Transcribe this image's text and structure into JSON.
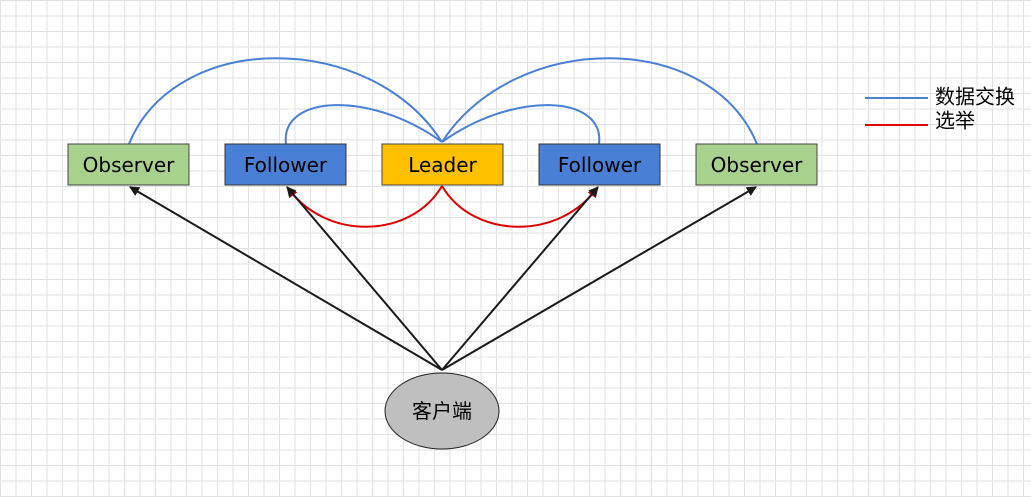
{
  "diagram": {
    "nodes": {
      "observer_left": {
        "label": "Observer",
        "fill": "#a9d18e"
      },
      "follower_left": {
        "label": "Follower",
        "fill": "#4a7fd6"
      },
      "leader": {
        "label": "Leader",
        "fill": "#ffc000"
      },
      "follower_right": {
        "label": "Follower",
        "fill": "#4a7fd6"
      },
      "observer_right": {
        "label": "Observer",
        "fill": "#a9d18e"
      },
      "client": {
        "label": "客户端",
        "fill": "#bfbfbf"
      }
    },
    "legend": {
      "data_exchange": {
        "label": "数据交换",
        "color": "#4a7fd6"
      },
      "election": {
        "label": "选举",
        "color": "#e00000"
      }
    },
    "edge_colors": {
      "client": "#1a1a1a"
    }
  }
}
